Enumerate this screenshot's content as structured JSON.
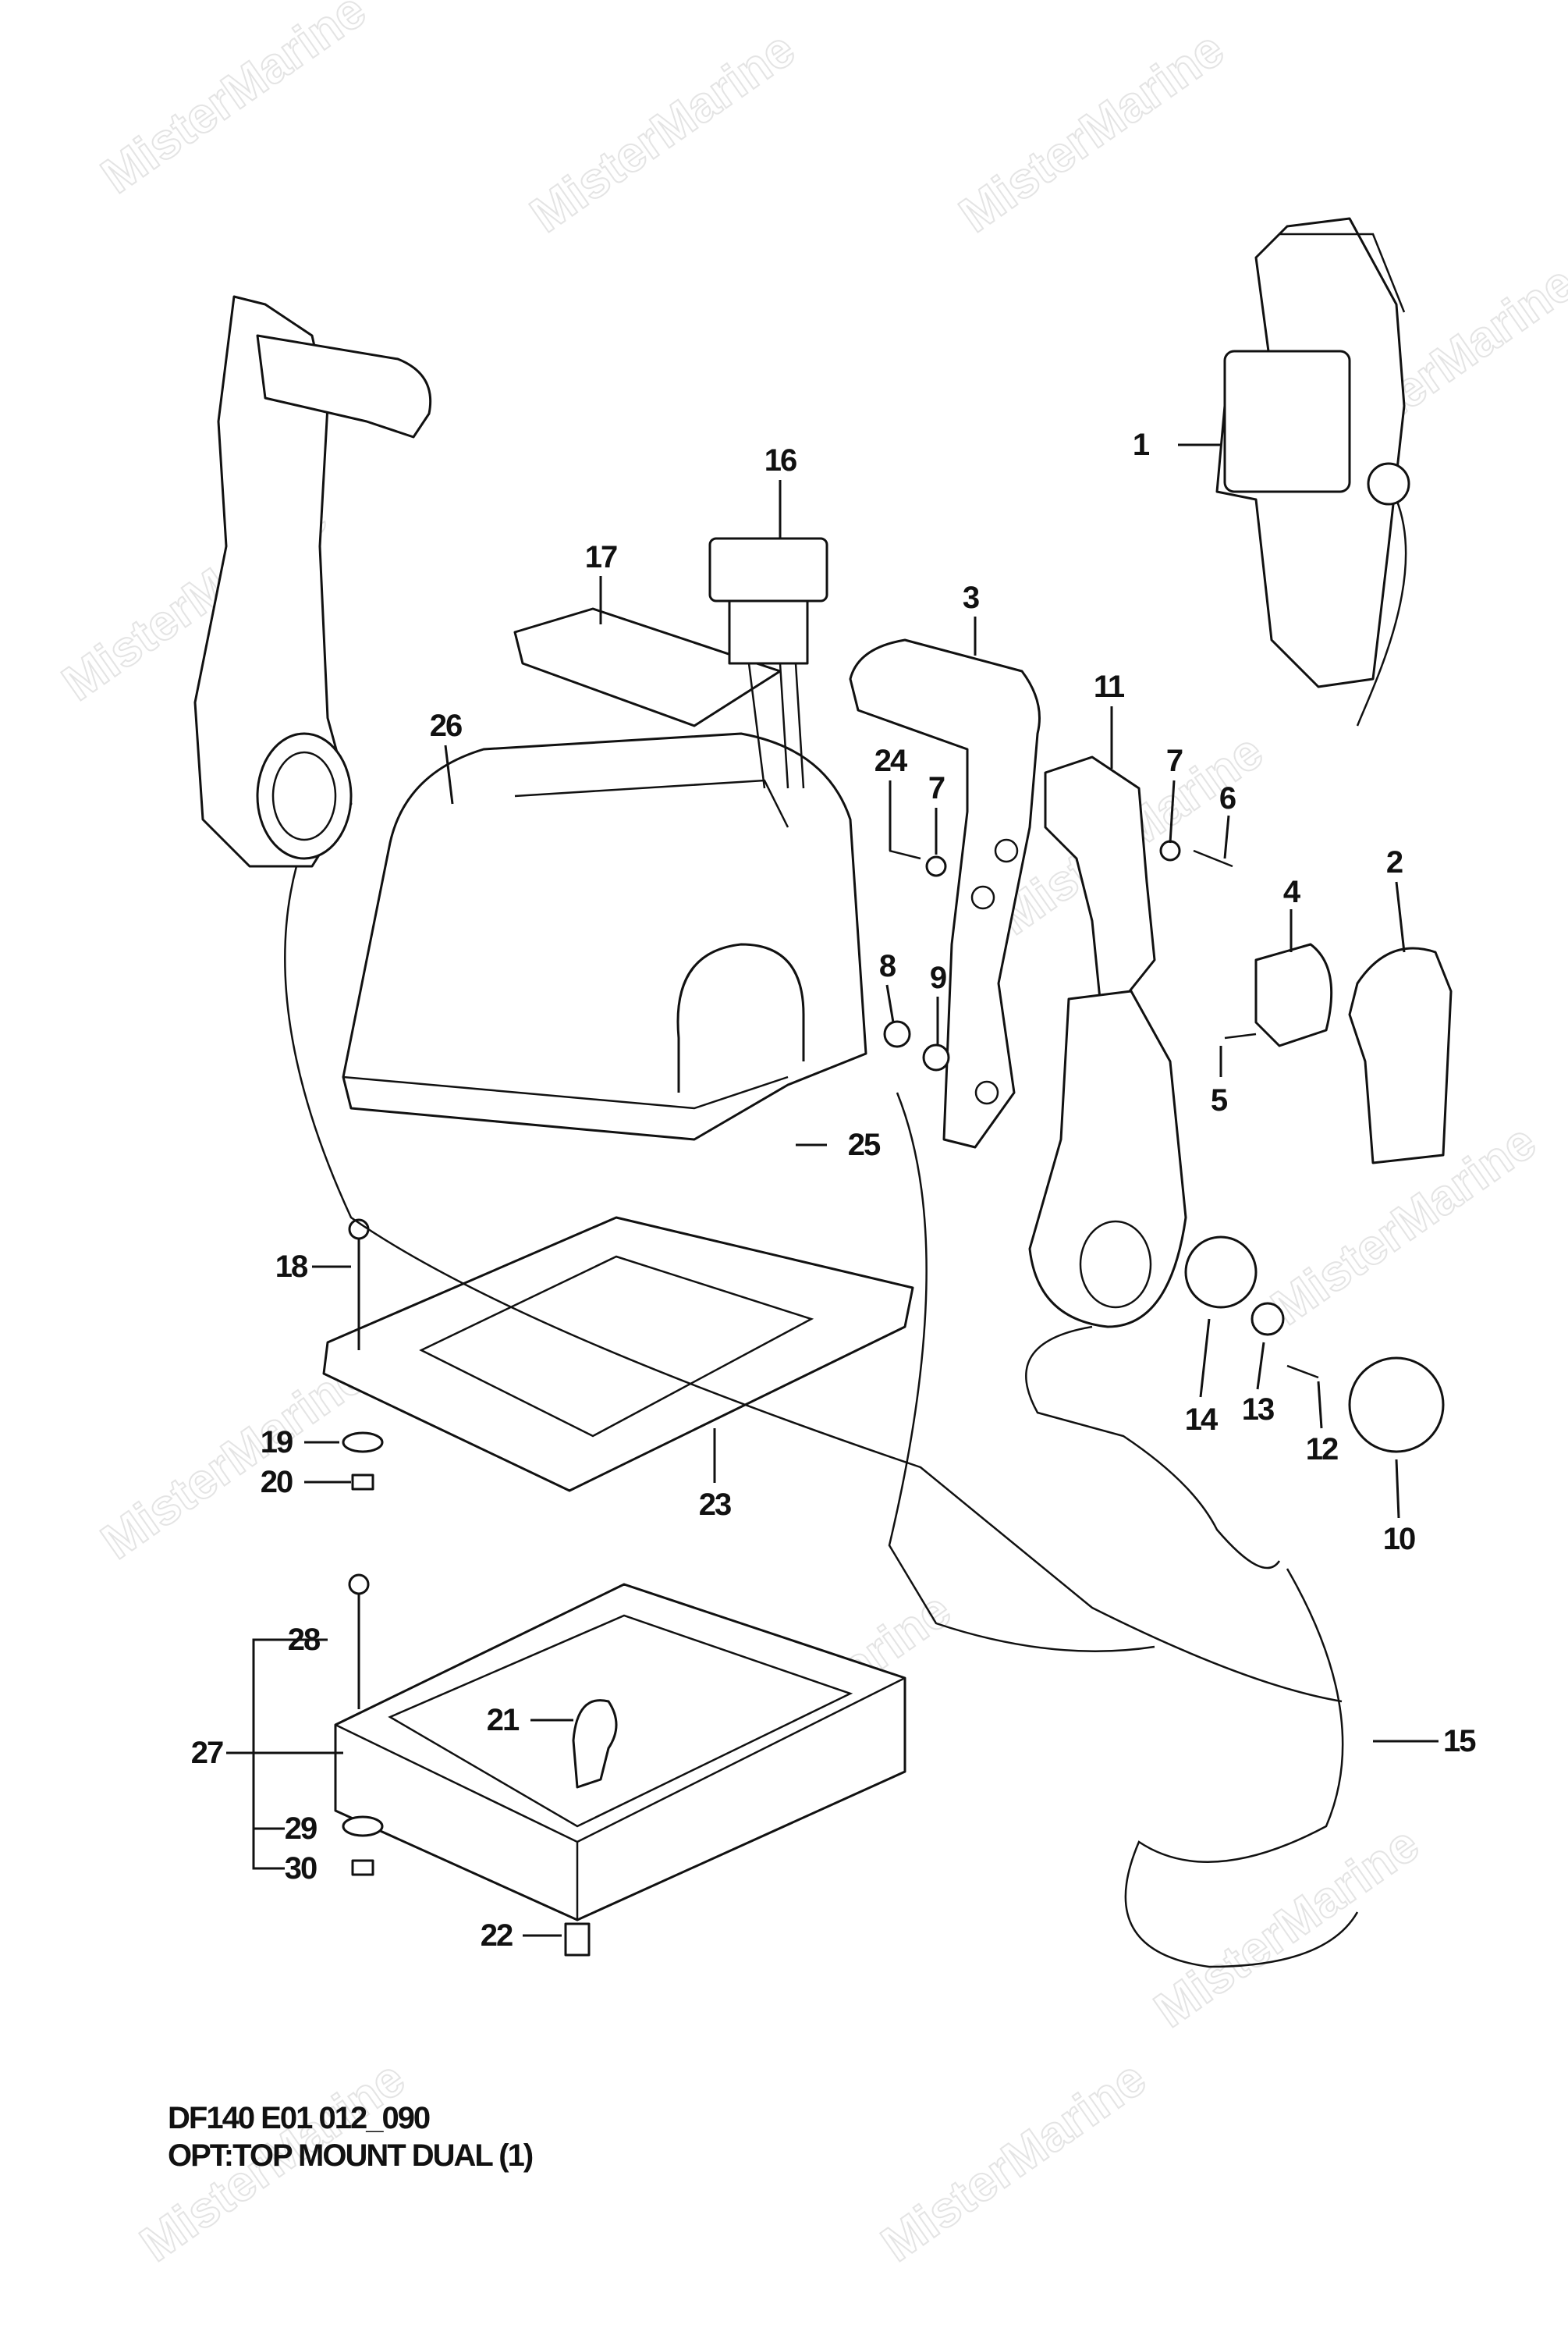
{
  "watermark": "MisterMarine",
  "caption": {
    "model_code": "DF140 E01 012_090",
    "title": "OPT:TOP MOUNT DUAL (1)"
  },
  "callouts": {
    "p1": "1",
    "p2": "2",
    "p3": "3",
    "p4": "4",
    "p5": "5",
    "p6": "6",
    "p7a": "7",
    "p7b": "7",
    "p8": "8",
    "p9": "9",
    "p10": "10",
    "p11": "11",
    "p12": "12",
    "p13": "13",
    "p14": "14",
    "p15": "15",
    "p16": "16",
    "p17": "17",
    "p18": "18",
    "p19": "19",
    "p20": "20",
    "p21": "21",
    "p22": "22",
    "p23": "23",
    "p24": "24",
    "p25": "25",
    "p26": "26",
    "p27": "27",
    "p28": "28",
    "p29": "29",
    "p30": "30"
  }
}
